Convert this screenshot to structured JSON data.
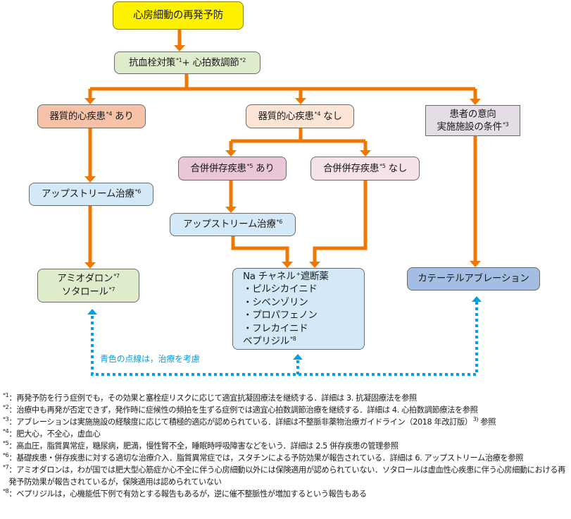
{
  "diagram": {
    "title": "心房細動の再発予防",
    "step1": {
      "text": "抗血栓対策",
      "fn1": "*1",
      "plus": "+ 心拍数調節",
      "fn2": "*2"
    },
    "branches": {
      "organic_yes": {
        "text": "器質的心疾患",
        "fn": "*4",
        "suffix": " あり"
      },
      "organic_no": {
        "text": "器質的心疾患",
        "fn": "*4",
        "suffix": " なし"
      },
      "patient": {
        "line1": "患者の意向",
        "line2": "実施施設の条件",
        "fn": "*3"
      }
    },
    "comorbid_yes": {
      "text": "合併併存疾患",
      "fn": "*5",
      "suffix": " あり"
    },
    "comorbid_no": {
      "text": "合併併存疾患",
      "fn": "*5",
      "suffix": " なし"
    },
    "upstream_left": {
      "text": "アップストリーム治療",
      "fn": "*6"
    },
    "upstream_mid": {
      "text": "アップストリーム治療",
      "fn": "*6"
    },
    "amio": {
      "line1": "アミオダロン",
      "fn1": "*7",
      "line2": "ソタロール",
      "fn2": "*7"
    },
    "na_block": {
      "head_a": "Na チャネル",
      "head_sup": "+",
      "head_b": "遮断薬",
      "items": [
        "・ピルシカイニド",
        "・シベンゾリン",
        "・プロパフェノン",
        "・フレカイニド"
      ],
      "last": "ベプリジル",
      "last_fn": "*8"
    },
    "ablation": {
      "text": "カテーテルアブレーション"
    },
    "dotted_note": "青色の点線は，治療を考慮",
    "colors": {
      "arrow": "#f07800",
      "dotted": "#00a0e9"
    }
  },
  "footnotes": [
    {
      "mark": "*1",
      "text": "：再発予防を行う症例でも，その効果と塞栓症リスクに応じて適宜抗凝固療法を継続する．詳細は 3. 抗凝固療法を参照"
    },
    {
      "mark": "*2",
      "text": "：治療中も再発が否定できず，発作時に症候性の頻拍を生ずる症例では適宜心拍数調節治療を継続する．詳細は 4. 心拍数調節療法を参照"
    },
    {
      "mark": "*3",
      "text": "：アブレーションは実施施設の経験度に応じて積極的適応が認められている．詳細は不整脈非薬物治療ガイドライン（2018 年改訂版）",
      "ref": "3)",
      "tail": " 参照"
    },
    {
      "mark": "*4",
      "text": "：肥大心，不全心，虚血心"
    },
    {
      "mark": "*5",
      "text": "：高血圧，脂質異常症，糖尿病，肥満，慢性腎不全，睡眠時呼吸障害などをいう．詳細は 2.5 併存疾患の管理参照"
    },
    {
      "mark": "*6",
      "text": "：基礎疾患・併存疾患に対する適切な治療介入．脂質異常症では，スタチンによる予防効果が報告されている．詳細は 6. アップストリーム治療を参照"
    },
    {
      "mark": "*7",
      "text": "：アミオダロンは，わが国では肥大型心筋症か心不全に伴う心房細動以外には保険適用が認められていない．ソタロールは虚血性心疾患に伴う心房細動における再発予防効果が報告されているが，保険適用は認められていない"
    },
    {
      "mark": "*8",
      "text": "：ベプリジルは，心機能低下例で有効とする報告もあるが，逆に催不整脈性が増加するという報告もある"
    }
  ]
}
